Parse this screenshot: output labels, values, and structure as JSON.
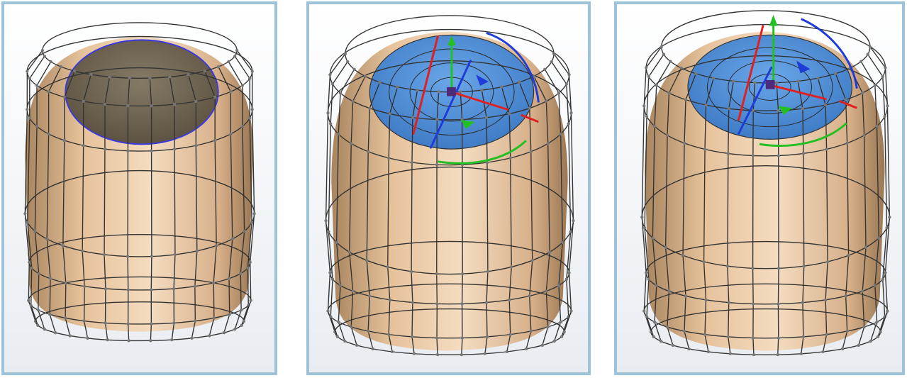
{
  "viewports": [
    {
      "id": "vp1",
      "state": "open-top",
      "top_face": "dark"
    },
    {
      "id": "vp2",
      "state": "top-face-selected",
      "top_face": "selected",
      "manipulator": true
    },
    {
      "id": "vp3",
      "state": "top-face-rotated",
      "top_face": "selected",
      "manipulator": true
    }
  ],
  "colors": {
    "frame": "#9dc3d8",
    "body": "#e9c6a0",
    "body_shade": "#a07e5c",
    "cage": "#333333",
    "selected_face": "#4f8fd6",
    "open_top": "#6e6250",
    "axis_x": "#e02020",
    "axis_y": "#22c022",
    "axis_z": "#1f3cd8",
    "origin": "#4b2b7a"
  },
  "icons": [
    "triad-manipulator-icon",
    "rotation-ring-icon"
  ]
}
